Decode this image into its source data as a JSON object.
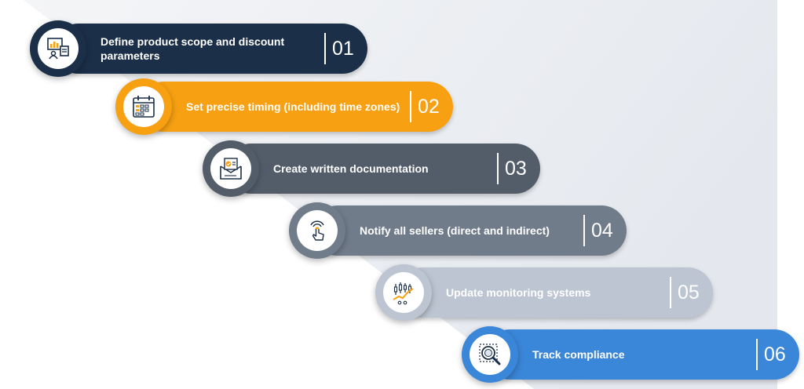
{
  "steps": [
    {
      "label": "Define product scope and discount parameters",
      "number": "01",
      "color": "#1b2f48",
      "icon": "product-chart-icon"
    },
    {
      "label": "Set precise timing (including time zones)",
      "number": "02",
      "color": "#f7a012",
      "icon": "calendar-icon"
    },
    {
      "label": "Create written documentation",
      "number": "03",
      "color": "#535d6a",
      "icon": "document-check-icon"
    },
    {
      "label": "Notify all sellers (direct and indirect)",
      "number": "04",
      "color": "#717c8a",
      "icon": "touch-notify-icon"
    },
    {
      "label": "Update monitoring systems",
      "number": "05",
      "color": "#bcc5d1",
      "icon": "trend-chart-icon"
    },
    {
      "label": "Track compliance",
      "number": "06",
      "color": "#3a86d8",
      "icon": "magnifier-icon"
    }
  ]
}
